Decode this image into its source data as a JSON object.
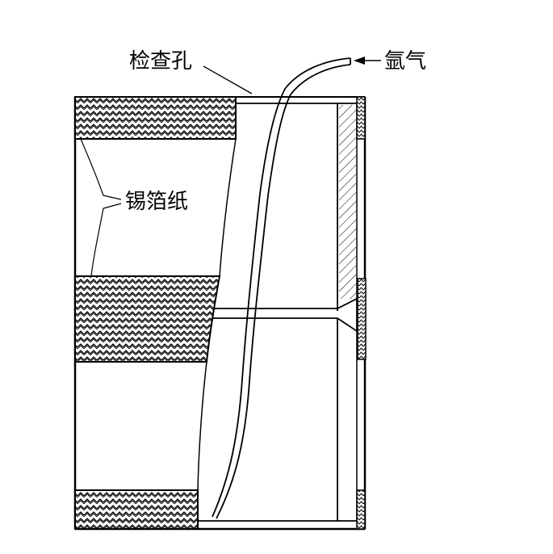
{
  "labels": {
    "inspection_hole": "检查孔",
    "argon": "氩气",
    "tin_foil": "锡箔纸"
  },
  "colors": {
    "stroke": "#000000",
    "background": "#ffffff"
  }
}
